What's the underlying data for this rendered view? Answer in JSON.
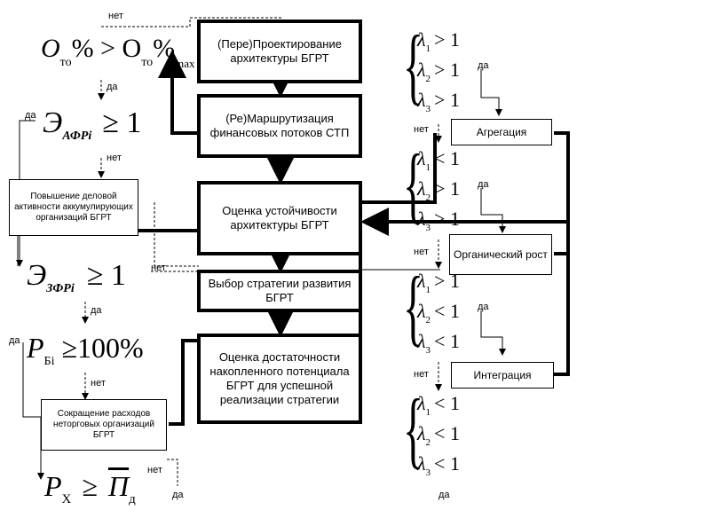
{
  "boxes": {
    "design": "(Пере)Проектирование архитектуры БГРТ",
    "routing": "(Ре)Маршрутизация финансовых потоков СТП",
    "stability": "Оценка устойчивости архитектуры БГРТ",
    "strategy": "Выбор стратегии развития БГРТ",
    "potential": "Оценка достаточности накопленного потенциала БГРТ для успешной реализации стратегии",
    "activity": "Повышение деловой активности аккумулирующих организаций БГРТ",
    "costs": "Сокращение расходов неторговых организаций БГРТ",
    "aggregation": "Агрегация",
    "organic": "Органический рост",
    "integration": "Интеграция"
  },
  "labels": {
    "yes": "да",
    "no": "нет"
  },
  "conditions": {
    "c1_lhs": "О",
    "c1_sub": "то",
    "c1_mid": "% > О",
    "c1_sub2": "то",
    "c1_tail": "%",
    "c1_max": "max",
    "c2_lhs": "Э",
    "c2_sub": "АФРi",
    "c2_rel": "≥ 1",
    "c3_lhs": "Э",
    "c3_sub": "ЗФРi",
    "c3_rel": "≥ 1",
    "c4_lhs": "Р",
    "c4_sub": "Бi",
    "c4_rel": "≥100%",
    "c5_lhs": "Р",
    "c5_sub": "Х",
    "c5_rel": "≥",
    "c5_rhs": "П",
    "c5_sub2": "д"
  },
  "lambda_groups": [
    {
      "items": [
        {
          "sym": "λ",
          "idx": "1",
          "rel": "> 1"
        },
        {
          "sym": "λ",
          "idx": "2",
          "rel": "> 1"
        },
        {
          "sym": "λ",
          "idx": "3",
          "rel": "> 1"
        }
      ]
    },
    {
      "items": [
        {
          "sym": "λ",
          "idx": "1",
          "rel": "< 1"
        },
        {
          "sym": "λ",
          "idx": "2",
          "rel": "> 1"
        },
        {
          "sym": "λ",
          "idx": "3",
          "rel": "> 1"
        }
      ]
    },
    {
      "items": [
        {
          "sym": "λ",
          "idx": "1",
          "rel": "> 1"
        },
        {
          "sym": "λ",
          "idx": "2",
          "rel": "< 1"
        },
        {
          "sym": "λ",
          "idx": "3",
          "rel": "< 1"
        }
      ]
    },
    {
      "items": [
        {
          "sym": "λ",
          "idx": "1",
          "rel": "< 1"
        },
        {
          "sym": "λ",
          "idx": "2",
          "rel": "< 1"
        },
        {
          "sym": "λ",
          "idx": "3",
          "rel": "< 1"
        }
      ]
    }
  ]
}
